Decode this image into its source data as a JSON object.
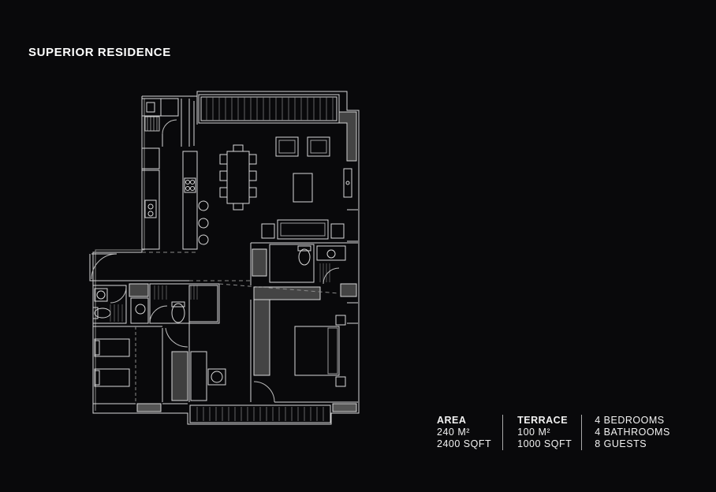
{
  "title": "SUPERIOR RESIDENCE",
  "stats": {
    "area": {
      "label": "AREA",
      "sqm": "240 M²",
      "sqft": "2400 SQFT"
    },
    "terrace": {
      "label": "TERRACE",
      "sqm": "100 M²",
      "sqft": "1000 SQFT"
    },
    "features": {
      "bedrooms": "4 BEDROOMS",
      "bathrooms": "4 BATHROOMS",
      "guests": "8 GUESTS"
    }
  },
  "colors": {
    "background": "#09090b",
    "line": "#dcdcdc",
    "fill": "#4a4a4a"
  }
}
